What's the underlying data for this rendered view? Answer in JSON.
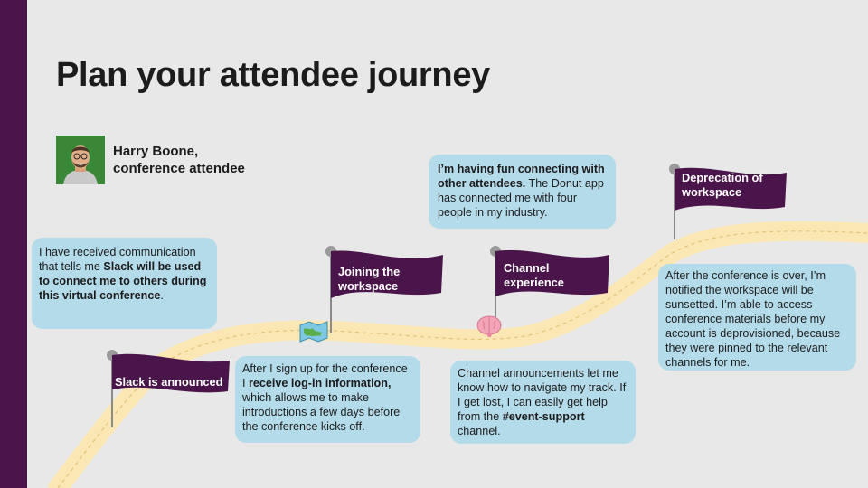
{
  "slide": {
    "title": "Plan your attendee journey"
  },
  "persona": {
    "name_line1": "Harry Boone,",
    "name_line2": "conference attendee"
  },
  "flags": {
    "slack_announced": "Slack is announced",
    "joining_workspace_1": "Joining the",
    "joining_workspace_2": "workspace",
    "channel_experience_1": "Channel",
    "channel_experience_2": "experience",
    "deprecation_1": "Deprecation of",
    "deprecation_2": "workspace"
  },
  "bubbles": {
    "b1": {
      "t1": "I have received communication that tells me ",
      "b1": "Slack will be used to connect me to others during this virtual conference",
      "t2": "."
    },
    "b2": {
      "t1": "After I sign up for the conference I ",
      "b1": "receive log-in information,",
      "t2": " which allows me to make introductions a few days before the conference kicks off."
    },
    "b3": {
      "b1": "I’m having fun connecting with other attendees.",
      "t1": " The Donut app has connected me with four people in my industry."
    },
    "b4": {
      "t1": "Channel announcements let me know how to navigate my track. If I get lost, I can easily get help from the ",
      "b1": "#event-support",
      "t2": " channel."
    },
    "b5": {
      "t1": "After the conference is over, I’m notified the workspace will be sunsetted. I’m able to access conference materials before my account is deprovisioned, because they were pinned to the relevant channels for me."
    }
  },
  "icons": {
    "map": "map-icon",
    "brain": "brain-icon",
    "avatar": "avatar"
  },
  "colors": {
    "sidebar": "#4a154b",
    "flag": "#4a154b",
    "bubble": "#b4dbe9",
    "road": "#fbe7b3",
    "road_dash": "#e2c27c",
    "background": "#e8e8e8",
    "text": "#1d1c1d"
  }
}
